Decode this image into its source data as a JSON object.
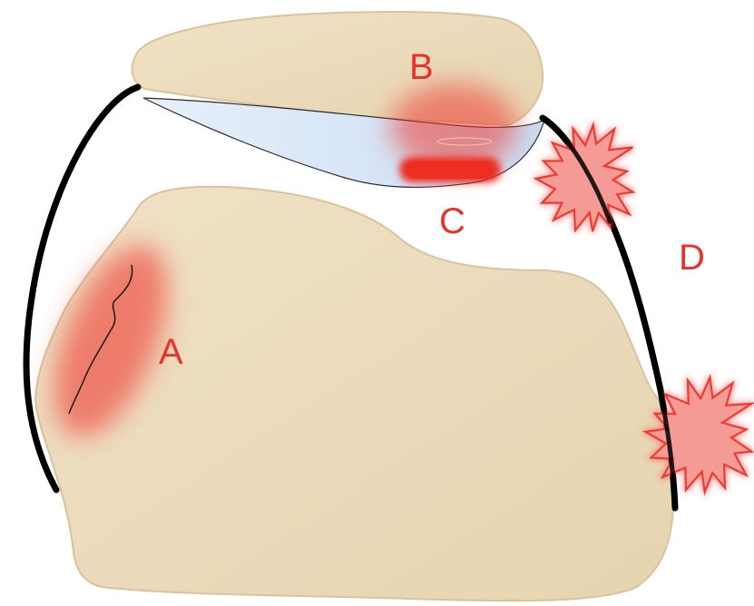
{
  "labels": {
    "a": "A",
    "b": "B",
    "c": "C",
    "d": "D"
  },
  "colors": {
    "bone_fill": "#ecdcbc",
    "bone_edge": "#d9c39d",
    "ligament": "#000000",
    "lesion": "#ee3b33",
    "starburst_fill": "#f59b95",
    "starburst_stroke": "#ee3b33",
    "cartilage": "#d6e6f8",
    "label_text": "#e8332b"
  },
  "icons": {
    "starburst": "starburst-icon"
  }
}
